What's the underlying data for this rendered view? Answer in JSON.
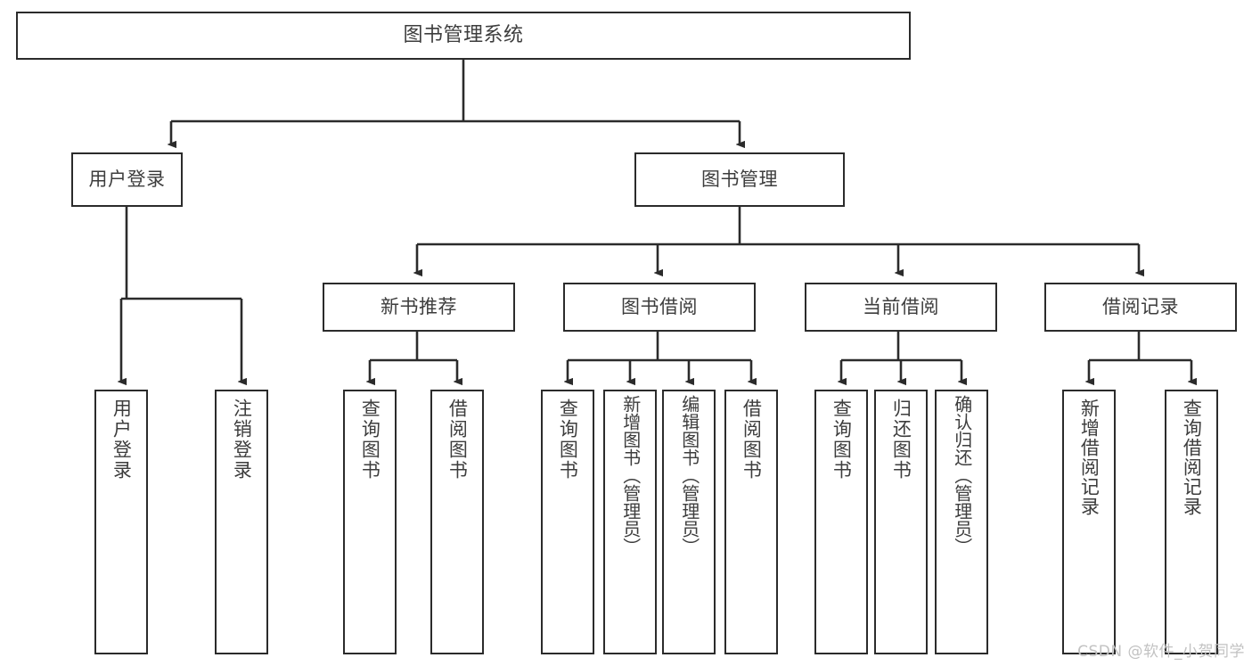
{
  "diagram": {
    "title": "图书管理系统",
    "type": "tree-hierarchy-chart",
    "colors": {
      "box_border": "#2b2b2b",
      "box_fill": "#ffffff",
      "edge": "#2b2b2b",
      "text": "#3d3d3d",
      "watermark": "#c2c2c2"
    },
    "root": {
      "label": "图书管理系统"
    },
    "level2": [
      {
        "label": "用户登录"
      },
      {
        "label": "图书管理"
      }
    ],
    "level3": [
      {
        "label": "新书推荐"
      },
      {
        "label": "图书借阅"
      },
      {
        "label": "当前借阅"
      },
      {
        "label": "借阅记录"
      }
    ],
    "leaves": {
      "user_login": [
        {
          "label": "用户登录"
        },
        {
          "label": "注销登录"
        }
      ],
      "new_book_recommend": [
        {
          "label": "查询图书"
        },
        {
          "label": "借阅图书"
        }
      ],
      "book_borrow": [
        {
          "label": "查询图书"
        },
        {
          "label": "新增图书（管理员）"
        },
        {
          "label": "编辑图书（管理员）"
        },
        {
          "label": "借阅图书"
        }
      ],
      "current_borrow": [
        {
          "label": "查询图书"
        },
        {
          "label": "归还图书"
        },
        {
          "label": "确认归还（管理员）"
        }
      ],
      "borrow_record": [
        {
          "label": "新增借阅记录"
        },
        {
          "label": "查询借阅记录"
        }
      ]
    },
    "watermark": "CSDN @软件_小贺同学"
  }
}
